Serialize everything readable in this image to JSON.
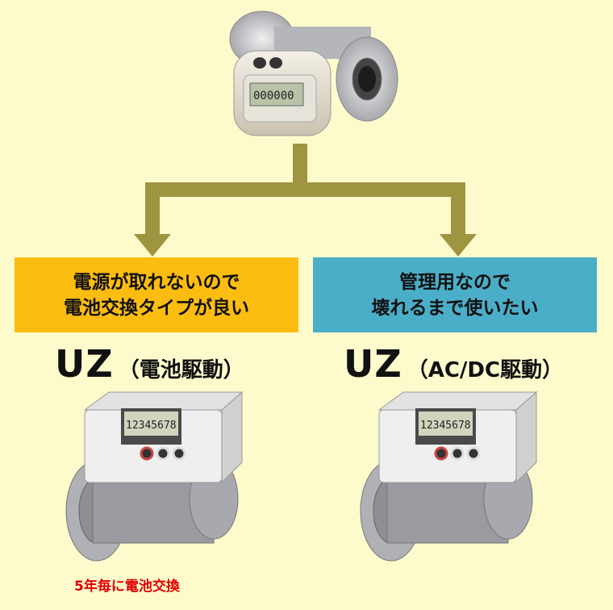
{
  "colors": {
    "background": "#fdfbcc",
    "connector": "#9f9440",
    "left_box": "#fdbd10",
    "right_box": "#4baec8",
    "note": "#e00000"
  },
  "top_device": {
    "icon": "meter-top-image"
  },
  "left": {
    "box_text": "電源が取れないので\n電池交換タイプが良い",
    "model": "UZ",
    "variant": "（電池駆動）",
    "device_lcd": "12345678",
    "note": "5年毎に電池交換"
  },
  "right": {
    "box_text": "管理用なので\n壊れるまで使いたい",
    "model": "UZ",
    "variant": "（AC/DC駆動）",
    "device_lcd": "12345678"
  }
}
